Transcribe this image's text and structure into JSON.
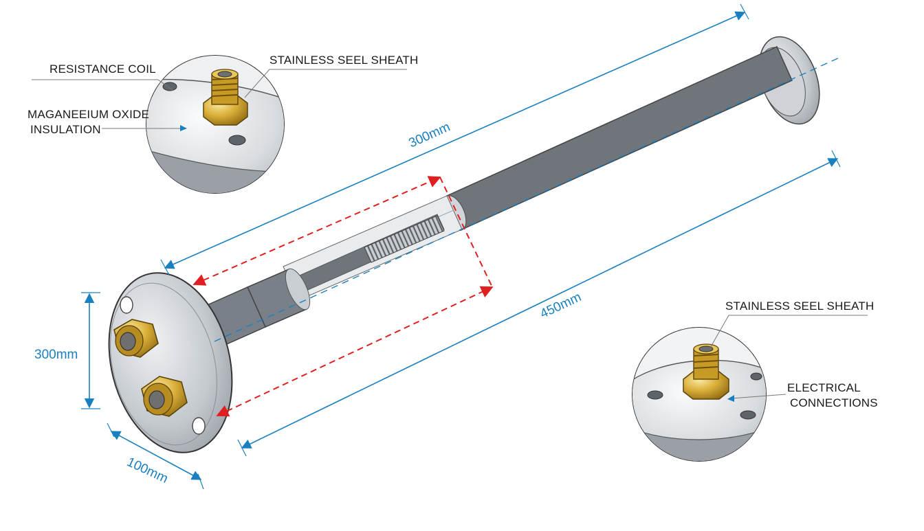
{
  "labels": {
    "resistance_coil": "RESISTANCE COIL",
    "sheath_top": "STAINLESS SEEL SHEATH",
    "insulation_line1": "MAGANEEIUM OXIDE",
    "insulation_line2": "INSULATION",
    "sheath_bottom": "STAINLESS SEEL SHEATH",
    "electrical_line1": "ELECTRICAL",
    "electrical_line2": "CONNECTIONS"
  },
  "dimensions": {
    "top_length": "300mm",
    "bottom_length": "450mm",
    "flange_height": "300mm",
    "flange_depth": "100mm"
  },
  "colors": {
    "dimension": "#1a7fc0",
    "cutaway": "#e02020",
    "brass": "#d4a82a",
    "steel": "#b9bec4"
  }
}
